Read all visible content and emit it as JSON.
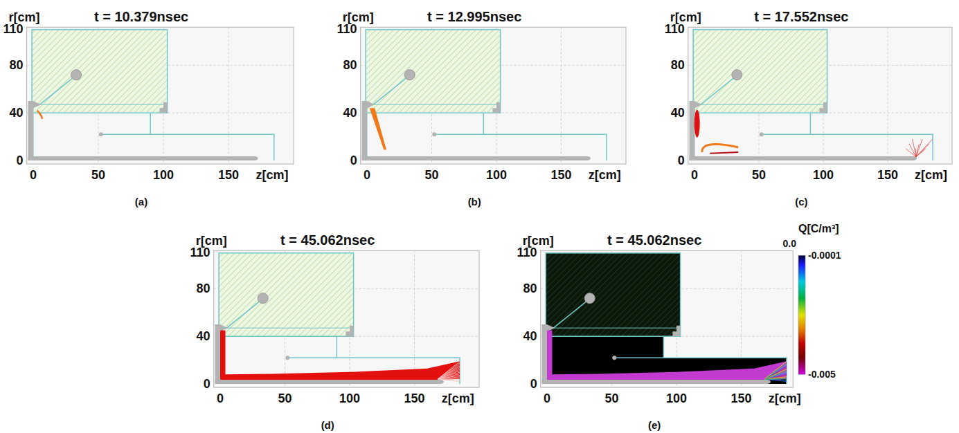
{
  "diagram": {
    "labels": [
      "r[cm]",
      "t = 10.379nsec",
      "110",
      "80",
      "40",
      "0",
      "0",
      "50",
      "100",
      "150",
      "z[cm]",
      "(a)",
      "r[cm]",
      "t = 12.995nsec",
      "110",
      "80",
      "40",
      "0",
      "0",
      "50",
      "100",
      "150",
      "z[cm]",
      "(b)",
      "r[cm]",
      "t = 17.552nsec",
      "110",
      "80",
      "40",
      "0",
      "0",
      "50",
      "100",
      "150",
      "z[cm]",
      "(c)",
      "r[cm]",
      "t = 45.062nsec",
      "110",
      "80",
      "40",
      "0",
      "0",
      "50",
      "100",
      "150",
      "z[cm]",
      "(d)",
      "r[cm]",
      "t = 45.062nsec",
      "110",
      "80",
      "40",
      "0",
      "0",
      "50",
      "100",
      "150",
      "z[cm]",
      "(e)",
      "Q[C/m³]",
      "0.0",
      "-0.0001",
      "-0.005"
    ]
  }
}
